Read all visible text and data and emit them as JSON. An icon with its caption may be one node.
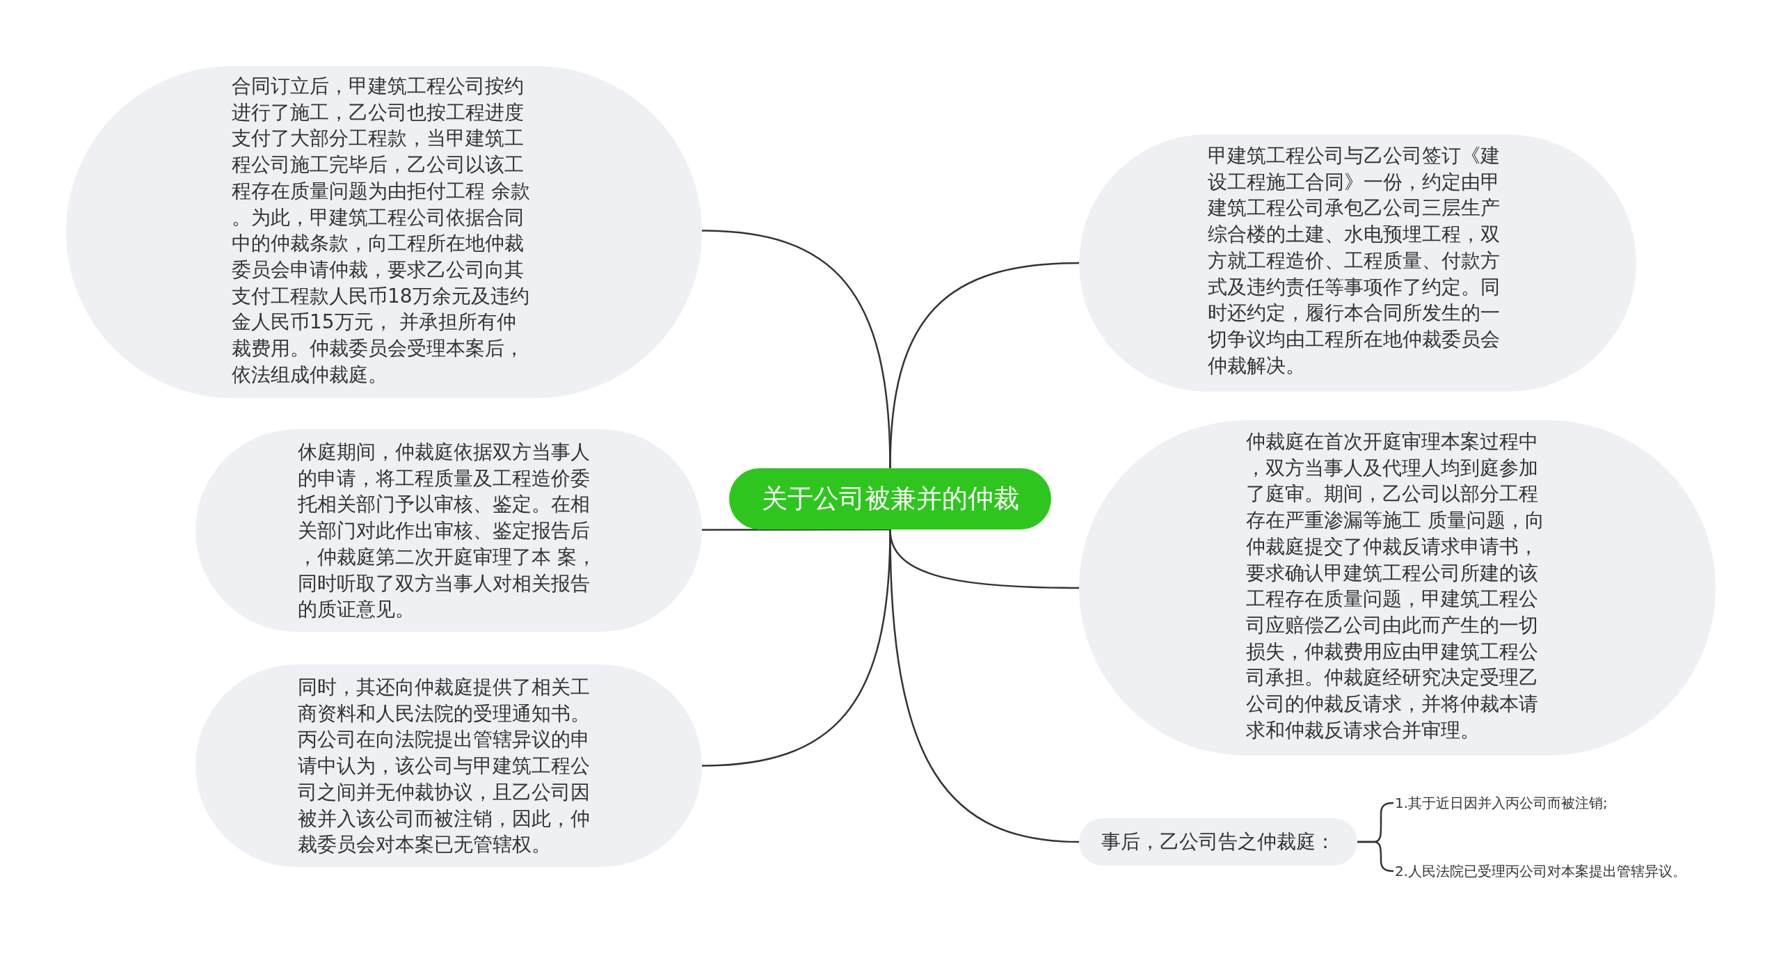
{
  "diagram": {
    "nodes": [
      {
        "text": [
          "关于公司被兼并的仲裁"
        ]
      },
      {
        "text": [
          "合同订立后，甲建筑工程公司按约进行了施工，乙公司也按工程进度支付了大部分工程款，当甲建筑工程公司施工完毕后，乙公司以该工程存在质量问题为由拒付工程 余款。为此，甲建筑工程公司依据合同中的仲裁条款，向工程所在地仲裁委员会申请仲裁，要求乙公司向其支付工程款人民币18万余元及违约金人民币15万元， 并承担所有仲裁费用。仲裁委员会受理本案后，依法组成仲裁庭。"
        ]
      },
      {
        "text": [
          "休庭期间，仲裁庭依据双方当事人的申请，将工程质量及工程造价委托相关部门予以审核、鉴定。在相关部门对此作出审核、鉴定报告后，仲裁庭第二次开庭审理了本 案，同时听取了双方当事人对相关报告的质证意见。"
        ]
      },
      {
        "text": [
          "同时，其还向仲裁庭提供了相关工商资料和人民法院的受理通知书。丙公司在向法院提出管辖异议的申请中认为，该公司与甲建筑工程公司之间并无仲裁协议，且乙公司因被并入该公司而被注销，因此，仲裁委员会对本案已无管辖权。"
        ]
      },
      {
        "text": [
          "甲建筑工程公司与乙公司签订《建设工程施工合同》一份，约定由甲建筑工程公司承包乙公司三层生产综合楼的土建、水电预埋工程，双方就工程造价、工程质量、付款方式及违约责任等事项作了约定。同时还约定，履行本合同所发生的一切争议均由工程所在地仲裁委员会仲裁解决。"
        ]
      },
      {
        "text": [
          "仲裁庭在首次开庭审理本案过程中，双方当事人及代理人均到庭参加了庭审。期间，乙公司以部分工程存在严重渗漏等施工 质量问题，向仲裁庭提交了仲裁反请求申请书，要求确认甲建筑工程公司所建的该工程存在质量问题，甲建筑工程公司应赔偿乙公司由此而产生的一切损失，仲裁费用应由甲建筑工程公司承担。仲裁庭经研究决定受理乙公司的仲裁反请求，并将仲裁本请求和仲裁反请求合并审理。"
        ]
      },
      {
        "text": [
          "事后，乙公司告之仲裁庭："
        ]
      },
      {
        "text": [
          "1.其于近日因并入丙公司而被注销;"
        ]
      },
      {
        "text": [
          "2.人民法院已受理丙公司对本案提出管辖异议。"
        ]
      }
    ],
    "edges": [
      {
        "from": 0,
        "to": 1,
        "arrow": "none"
      },
      {
        "from": 0,
        "to": 2,
        "arrow": "none"
      },
      {
        "from": 0,
        "to": 3,
        "arrow": "none"
      },
      {
        "from": 0,
        "to": 4,
        "arrow": "none"
      },
      {
        "from": 0,
        "to": 5,
        "arrow": "none"
      },
      {
        "from": 0,
        "to": 6,
        "arrow": "none"
      },
      {
        "from": 6,
        "to": 7,
        "arrow": "none"
      },
      {
        "from": 6,
        "to": 8,
        "arrow": "none"
      }
    ]
  }
}
